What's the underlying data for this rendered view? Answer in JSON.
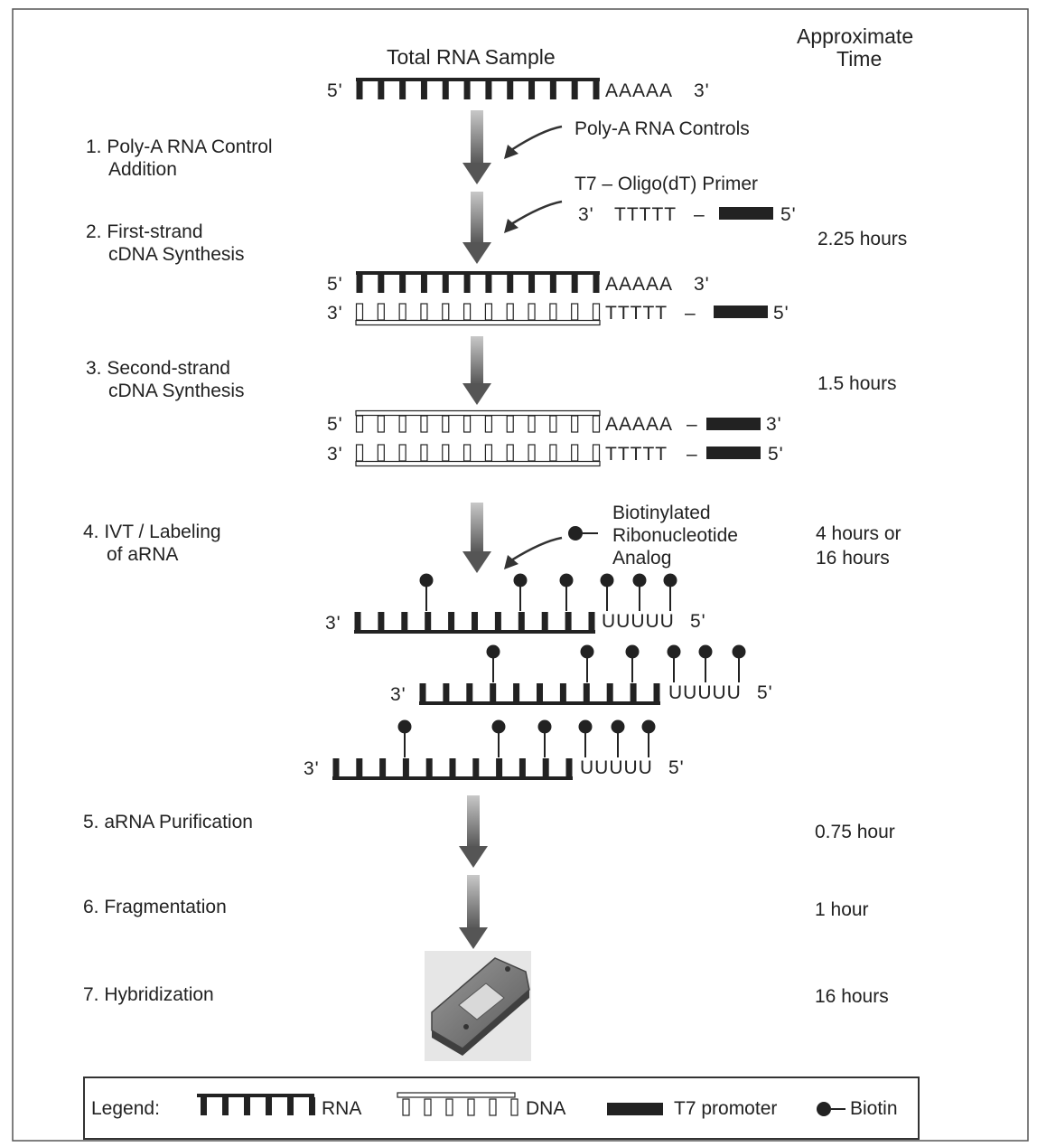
{
  "header": {
    "sample_title": "Total RNA Sample",
    "time_header_line1": "Approximate",
    "time_header_line2": "Time"
  },
  "steps": [
    {
      "line1": "1. Poly-A RNA Control",
      "line2": "Addition"
    },
    {
      "line1": "2. First-strand",
      "line2": "cDNA Synthesis"
    },
    {
      "line1": "3. Second-strand",
      "line2": "cDNA Synthesis"
    },
    {
      "line1": "4. IVT / Labeling",
      "line2": "of aRNA"
    },
    {
      "line1": "5. aRNA Purification",
      "line2": ""
    },
    {
      "line1": "6. Fragmentation",
      "line2": ""
    },
    {
      "line1": "7. Hybridization",
      "line2": ""
    }
  ],
  "times": {
    "step2": "2.25 hours",
    "step3": "1.5 hours",
    "step4_line1": "4 hours or",
    "step4_line2": "16 hours",
    "step5": "0.75 hour",
    "step6": "1 hour",
    "step7": "16 hours"
  },
  "annotations": {
    "polya_controls": "Poly-A RNA Controls",
    "t7_primer": "T7 – Oligo(dT) Primer",
    "biotin_line1": "Biotinylated",
    "biotin_line2": "Ribonucleotide",
    "biotin_line3": "Analog"
  },
  "sequences": {
    "five_prime": "5'",
    "three_prime": "3'",
    "poly_a": "AAAAA",
    "poly_t": "TTTTT",
    "poly_u": "UUUUU",
    "dash": "–"
  },
  "legend": {
    "title": "Legend:",
    "rna": "RNA",
    "dna": "DNA",
    "t7": "T7 promoter",
    "biotin": "Biotin"
  }
}
